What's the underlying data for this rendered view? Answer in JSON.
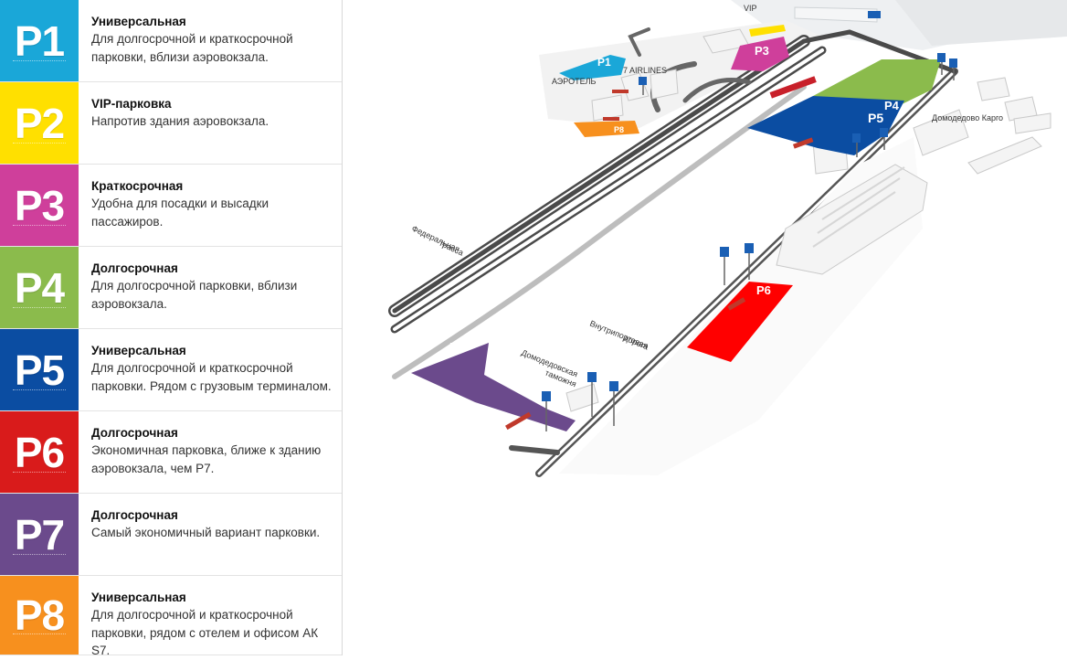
{
  "legend": [
    {
      "code": "P1",
      "color": "#1aa7d8",
      "type": "Универсальная",
      "desc": "Для долгосрочной и краткосрочной парковки, вблизи аэровокзала."
    },
    {
      "code": "P2",
      "color": "#ffe000",
      "type": "VIP-парковка",
      "desc": "Напротив здания аэровокзала."
    },
    {
      "code": "P3",
      "color": "#cf3f9b",
      "type": "Краткосрочная",
      "desc": "Удобна для посадки и высадки пассажиров."
    },
    {
      "code": "P4",
      "color": "#8bbb4c",
      "type": "Долгосрочная",
      "desc": "Для долгосрочной парковки, вблизи аэровокзала."
    },
    {
      "code": "P5",
      "color": "#0b4da2",
      "type": "Универсальная",
      "desc": "Для долгосрочной и краткосрочной парковки. Рядом с грузовым терминалом."
    },
    {
      "code": "P6",
      "color": "#d91b1b",
      "type": "Долгосрочная",
      "desc": "Экономичная парковка, ближе к зданию аэровокзала, чем P7."
    },
    {
      "code": "P7",
      "color": "#6b4a8c",
      "type": "Долгосрочная",
      "desc": "Самый экономичный вариант парковки."
    },
    {
      "code": "P8",
      "color": "#f7901e",
      "type": "Универсальная",
      "desc": "Для долгосрочной и краткосрочной парковки, рядом с отелем и офисом АК S7."
    }
  ],
  "map": {
    "zones": {
      "p1": "P1",
      "p2": "P2",
      "p3": "P3",
      "p4": "P4",
      "p5": "P5",
      "p6": "P6",
      "p7": "P7",
      "p8": "P8"
    },
    "labels": {
      "vip": "VIP",
      "airlines": "7 AIRLINES",
      "hotel": "АЭРОТЕЛЬ",
      "cargo": "Домодедово Карго",
      "federal1": "Федеральная",
      "federal2": "трасса",
      "customs1": "Домодедовская",
      "customs2": "таможня",
      "internal1": "Внутрипортовая",
      "internal2": "дорога"
    }
  }
}
